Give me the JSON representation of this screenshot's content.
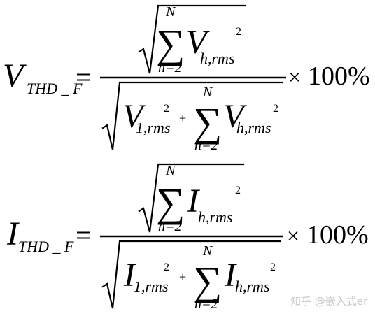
{
  "formulas": [
    {
      "lhs_symbol": "V",
      "lhs_subscript": "THD _ F",
      "equals": "=",
      "sum_symbol": "∑",
      "sum_upper": "N",
      "sum_lower": "h=2",
      "term_symbol": "V",
      "term_subscript": "h,rms",
      "first_subscript": "1,rms",
      "exponent": "2",
      "plus": "+",
      "times": "×",
      "percent_value": "100%"
    },
    {
      "lhs_symbol": "I",
      "lhs_subscript": "THD _ F",
      "equals": "=",
      "sum_symbol": "∑",
      "sum_upper": "N",
      "sum_lower": "h=2",
      "term_symbol": "I",
      "term_subscript": "h,rms",
      "first_subscript": "1,rms",
      "exponent": "2",
      "plus": "+",
      "times": "×",
      "percent_value": "100%"
    }
  ],
  "watermark": {
    "text": "知乎 @嵌入式er",
    "color": "#c9c9c9"
  }
}
